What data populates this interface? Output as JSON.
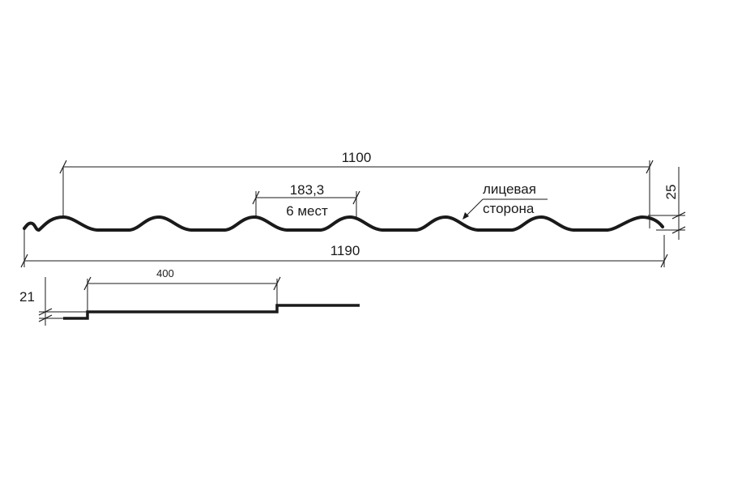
{
  "diagram": {
    "main_profile": {
      "dim_top": "1100",
      "dim_pitch": "183,3",
      "dim_count": "6 мест",
      "dim_height": "25",
      "dim_total": "1190",
      "face_label_line1": "лицевая",
      "face_label_line2": "сторона"
    },
    "step_profile": {
      "dim_step_length": "400",
      "dim_step_height": "21"
    }
  }
}
